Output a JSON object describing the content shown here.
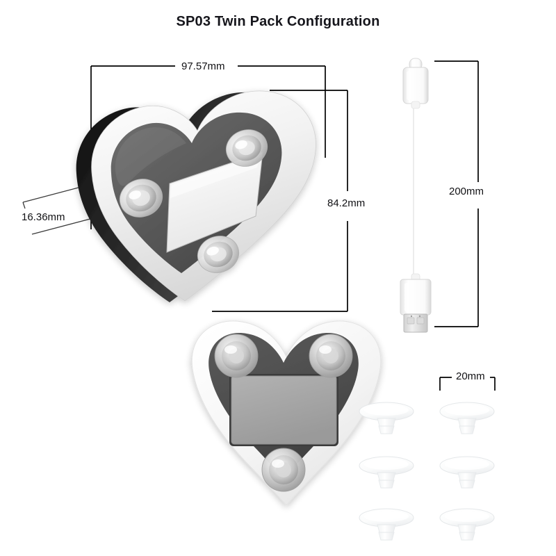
{
  "page": {
    "title": "SP03 Twin Pack Configuration",
    "background_color": "#ffffff"
  },
  "colors": {
    "text": "#111114",
    "dimension_line": "#000000",
    "device_rim_white": "#f4f4f4",
    "device_body_dark": "#4f4f4f",
    "device_edge_black": "#1b1b1b",
    "plate_gray": "#a5a5a5",
    "plate_white": "#f2f2f2",
    "cable_white": "#fdfdfd",
    "cup_translucent": "#f6f7f8"
  },
  "dimensions": {
    "device_width": "97.57mm",
    "device_height": "84.2mm",
    "device_thickness": "16.36mm",
    "cable_length": "200mm",
    "suction_cup_width": "20mm"
  },
  "parts": {
    "device_perspective": {
      "name": "Heart device angled view",
      "suction_cup_count": 3,
      "plate": "white rectangular plate"
    },
    "device_front": {
      "name": "Heart device front view",
      "suction_cup_count": 3,
      "plate": "gray rectangular plate"
    },
    "cable": {
      "name": "USB-C to USB-A charging cable",
      "connector_top": "usb-c-connector",
      "connector_bottom": "usb-a-connector"
    },
    "suction_cups": {
      "name": "Replacement suction cups",
      "count": 6,
      "rows": 3,
      "columns": 2
    }
  }
}
